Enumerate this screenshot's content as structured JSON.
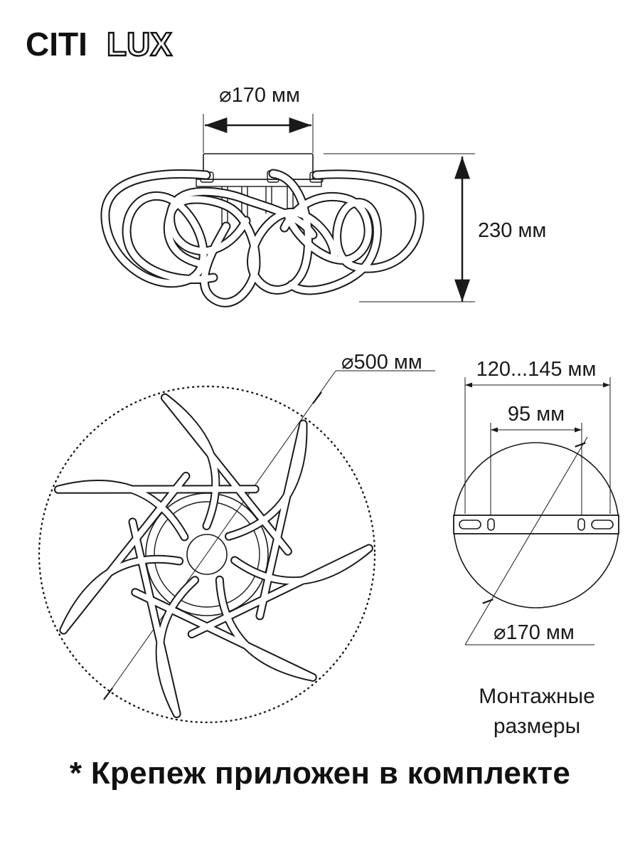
{
  "brand": {
    "logo_left": "CITI",
    "logo_right": "LUX"
  },
  "side_view": {
    "diameter_label": "⌀170 мм",
    "height_label": "230 мм"
  },
  "top_view": {
    "diameter_label": "⌀500 мм",
    "arm_count": 7
  },
  "mounting": {
    "range_label": "120...145 мм",
    "hole_spacing_label": "95 мм",
    "plate_diameter_label": "⌀170 мм",
    "caption_line1": "Монтажные",
    "caption_line2": "размеры"
  },
  "footnote": "* Крепеж приложен в комплекте",
  "colors": {
    "line": "#1a1a1a",
    "background": "#ffffff"
  }
}
